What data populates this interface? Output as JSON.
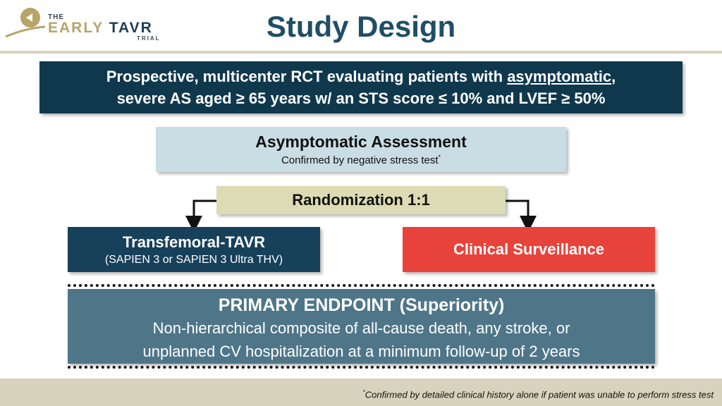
{
  "header": {
    "logo": {
      "the": "THE",
      "early": "EARLY",
      "tavr": "TAVR",
      "trial": "TRIAL"
    },
    "title": "Study Design"
  },
  "colors": {
    "navy": "#10384d",
    "assessment": "#c9dde4",
    "randomization": "#dcdbb3",
    "tavr": "#17405a",
    "surveillance": "#e8433b",
    "endpoint": "#4e7688",
    "accent": "#d7d3bd"
  },
  "population": {
    "line1_pre": "Prospective, multicenter RCT evaluating patients with ",
    "line1_underlined": "asymptomatic",
    "line1_post": ",",
    "line2": "severe AS aged ≥ 65 years w/ an STS score ≤ 10% and LVEF ≥ 50%"
  },
  "assessment": {
    "title": "Asymptomatic Assessment",
    "subtitle": "Confirmed by negative stress test",
    "marker": "*"
  },
  "randomization": {
    "label": "Randomization 1:1"
  },
  "arms": {
    "tavr": {
      "title": "Transfemoral-TAVR",
      "subtitle": "(SAPIEN 3 or SAPIEN 3 Ultra THV)"
    },
    "surveillance": {
      "title": "Clinical Surveillance"
    }
  },
  "endpoint": {
    "title": "PRIMARY ENDPOINT (Superiority)",
    "line1": "Non-hierarchical composite of all-cause death, any stroke, or",
    "line2": "unplanned CV hospitalization at a minimum follow-up of 2 years"
  },
  "footnote": {
    "marker": "*",
    "text": "Confirmed by detailed clinical history alone if patient was unable to perform stress test"
  }
}
